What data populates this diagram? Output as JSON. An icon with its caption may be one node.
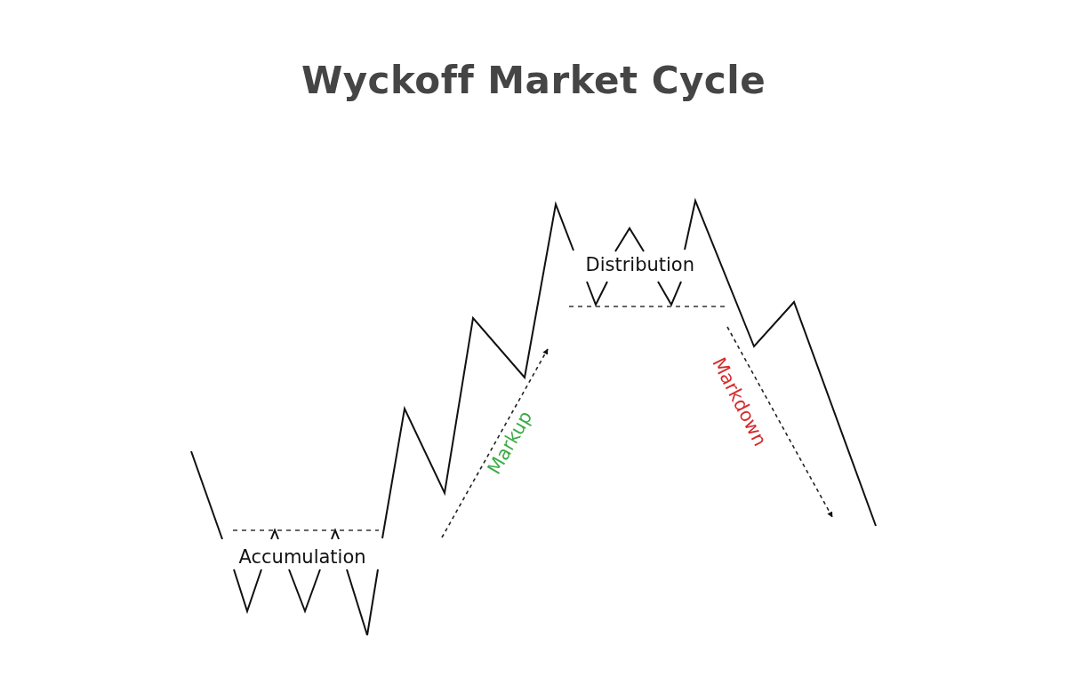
{
  "diagram": {
    "title": "Wyckoff Market Cycle",
    "labels": [
      "Accumulation",
      "Markup",
      "Distribution",
      "Markdown"
    ]
  }
}
